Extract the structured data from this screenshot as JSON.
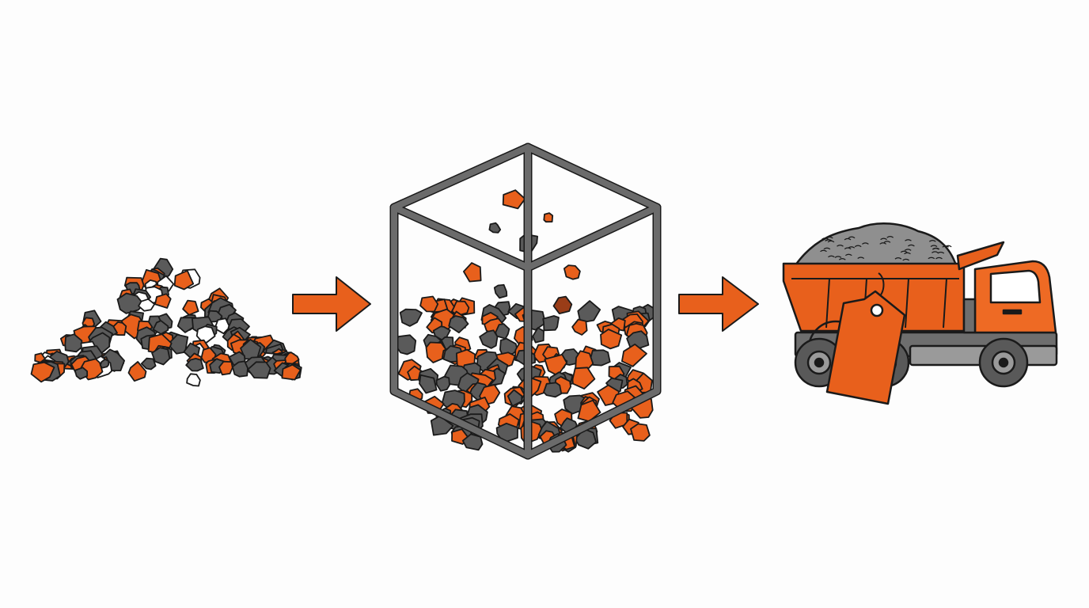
{
  "diagram": {
    "flow": [
      "pile",
      "box",
      "truck"
    ],
    "colors": {
      "orange": "#e8601c",
      "orange_light": "#ee6a24",
      "rust": "#9a3d18",
      "dark": "#5a5a5a",
      "frame": "#6b6b6b",
      "outline": "#1a1a1a",
      "soil": "#8f8f8f",
      "chassis": "#6e6e6e",
      "wheel": "#595959",
      "window": "#ffffff",
      "paper": "#fdfdfd"
    },
    "icons": {
      "pile": "rock-pile-icon",
      "arrow": "right-arrow-icon",
      "box": "sorting-cube-icon",
      "truck": "dump-truck-icon",
      "tag": "price-tag-icon"
    }
  }
}
